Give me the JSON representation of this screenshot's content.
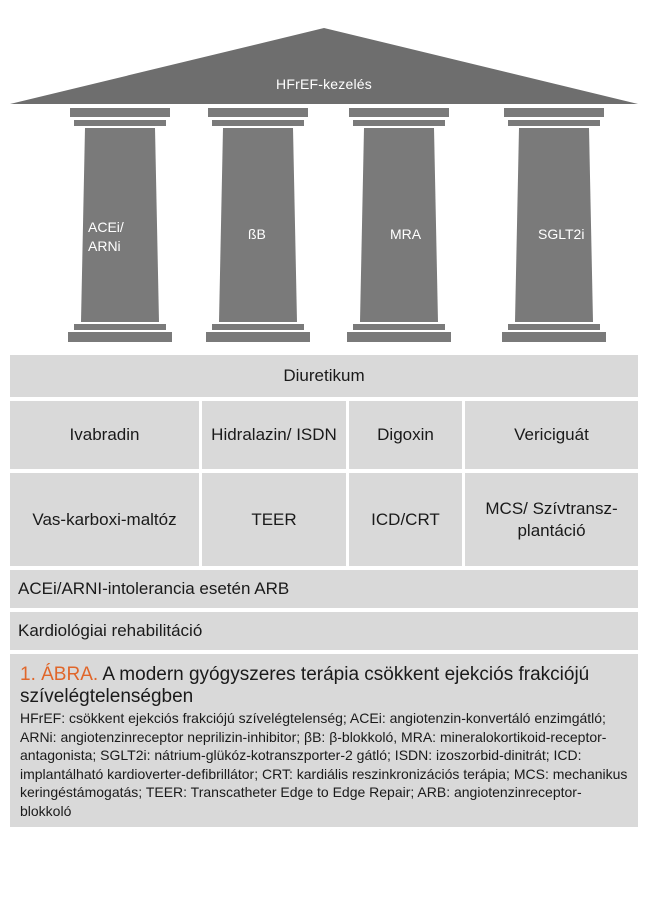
{
  "diagram": {
    "roof_label": "HFrEF-kezelés",
    "pillars": [
      {
        "line1": "ACEi/",
        "line2": "ARNi"
      },
      {
        "line1": "ßB",
        "line2": ""
      },
      {
        "line1": "MRA",
        "line2": ""
      },
      {
        "line1": "SGLT2i",
        "line2": ""
      }
    ],
    "band_diuretikum": "Diuretikum",
    "row1": [
      "Ivabradin",
      "Hidralazin/ ISDN",
      "Digoxin",
      "Vericiguát"
    ],
    "row2": [
      "Vas-karboxi-maltóz",
      "TEER",
      "ICD/CRT",
      "MCS/ Szívtransz-plantáció"
    ],
    "band_arb": "ACEi/ARNI-intolerancia esetén ARB",
    "band_rehab": "Kardiológiai rehabilitáció"
  },
  "caption": {
    "number": "1. ÁBRA.",
    "title": "A modern gyógyszeres terápia csökkent ejekciós frakciójú szívelégtelenségben",
    "body": "HFrEF: csökkent ejekciós frakciójú szívelégtelenség; ACEi: angiotenzin-konvertáló enzimgátló; ARNi: angiotenzinreceptor neprilizin-inhibitor; βB: β-blokkoló, MRA: mineralokortikoid-receptor-antagonista; SGLT2i: nátrium-glükóz-kotranszporter-2 gátló; ISDN: izoszorbid-dinitrát; ICD: implantálható kardioverter-defibrillátor; CRT: kardiális reszinkronizációs terápia; MCS: mechanikus keringéstámogatás; TEER: Transcatheter Edge to Edge Repair; ARB: angiotenzinreceptor-blokkoló"
  },
  "colors": {
    "roof": "#6e6e6e",
    "pillar": "#7a7a7a",
    "band": "#d9d9d9",
    "accent": "#e0662a"
  }
}
